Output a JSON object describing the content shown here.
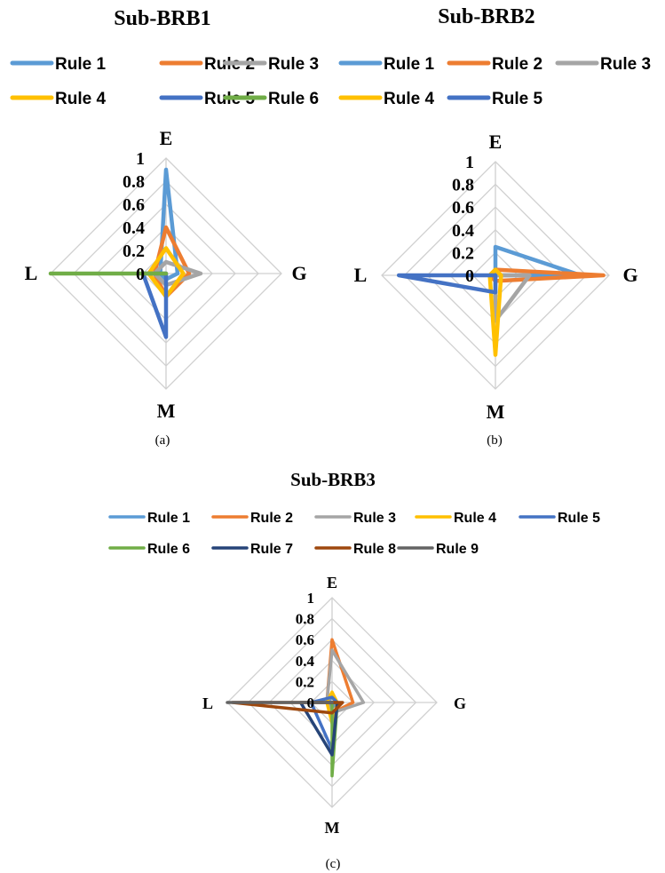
{
  "chart_data": [
    {
      "type": "radar",
      "title": "Sub-BRB1",
      "caption": "(a)",
      "axes": [
        "E",
        "G",
        "M",
        "L"
      ],
      "ticks": [
        "1",
        "0.8",
        "0.6",
        "0.4",
        "0.2",
        "0"
      ],
      "rlim": [
        0,
        1
      ],
      "grid": true,
      "legend_position": "top",
      "series": [
        {
          "name": "Rule 1",
          "color": "#5B9BD5",
          "values": [
            0.9,
            0.1,
            0.05,
            0.05
          ]
        },
        {
          "name": "Rule 2",
          "color": "#ED7D31",
          "values": [
            0.4,
            0.2,
            0.2,
            0.1
          ]
        },
        {
          "name": "Rule 3",
          "color": "#A5A5A5",
          "values": [
            0.1,
            0.3,
            0.1,
            0.1
          ]
        },
        {
          "name": "Rule 4",
          "color": "#FFC000",
          "values": [
            0.22,
            0.15,
            0.2,
            0.15
          ]
        },
        {
          "name": "Rule 5",
          "color": "#4472C4",
          "values": [
            0.0,
            0.0,
            0.55,
            0.2
          ]
        },
        {
          "name": "Rule 6",
          "color": "#70AD47",
          "values": [
            0.0,
            0.0,
            0.0,
            1.0
          ]
        }
      ]
    },
    {
      "type": "radar",
      "title": "Sub-BRB2",
      "caption": "(b)",
      "axes": [
        "E",
        "G",
        "M",
        "L"
      ],
      "ticks": [
        "1",
        "0.8",
        "0.6",
        "0.4",
        "0.2",
        "0"
      ],
      "rlim": [
        0,
        1
      ],
      "grid": true,
      "legend_position": "top",
      "series": [
        {
          "name": "Rule 1",
          "color": "#5B9BD5",
          "values": [
            0.25,
            0.75,
            0.0,
            0.0
          ]
        },
        {
          "name": "Rule 2",
          "color": "#ED7D31",
          "values": [
            0.05,
            0.95,
            0.05,
            0.05
          ]
        },
        {
          "name": "Rule 3",
          "color": "#A5A5A5",
          "values": [
            0.0,
            0.3,
            0.4,
            0.0
          ]
        },
        {
          "name": "Rule 4",
          "color": "#FFC000",
          "values": [
            0.05,
            0.05,
            0.7,
            0.05
          ]
        },
        {
          "name": "Rule 5",
          "color": "#4472C4",
          "values": [
            0.0,
            0.0,
            0.15,
            0.85
          ]
        }
      ]
    },
    {
      "type": "radar",
      "title": "Sub-BRB3",
      "caption": "(c)",
      "axes": [
        "E",
        "G",
        "M",
        "L"
      ],
      "ticks": [
        "1",
        "0.8",
        "0.6",
        "0.4",
        "0.2",
        "0"
      ],
      "rlim": [
        0,
        1
      ],
      "grid": true,
      "legend_position": "top",
      "series": [
        {
          "name": "Rule 1",
          "color": "#5B9BD5",
          "values": [
            0.05,
            0.05,
            0.05,
            0.05
          ]
        },
        {
          "name": "Rule 2",
          "color": "#ED7D31",
          "values": [
            0.6,
            0.2,
            0.1,
            0.05
          ]
        },
        {
          "name": "Rule 3",
          "color": "#A5A5A5",
          "values": [
            0.5,
            0.3,
            0.1,
            0.05
          ]
        },
        {
          "name": "Rule 4",
          "color": "#FFC000",
          "values": [
            0.1,
            0.05,
            0.2,
            0.05
          ]
        },
        {
          "name": "Rule 5",
          "color": "#4472C4",
          "values": [
            0.05,
            0.05,
            0.45,
            0.2
          ]
        },
        {
          "name": "Rule 6",
          "color": "#70AD47",
          "values": [
            0.0,
            0.05,
            0.7,
            0.0
          ]
        },
        {
          "name": "Rule 7",
          "color": "#264478",
          "values": [
            0.0,
            0.05,
            0.5,
            0.3
          ]
        },
        {
          "name": "Rule 8",
          "color": "#9E480E",
          "values": [
            0.0,
            0.1,
            0.1,
            0.95
          ]
        },
        {
          "name": "Rule 9",
          "color": "#636363",
          "values": [
            0.0,
            0.0,
            0.0,
            1.0
          ]
        }
      ]
    }
  ]
}
